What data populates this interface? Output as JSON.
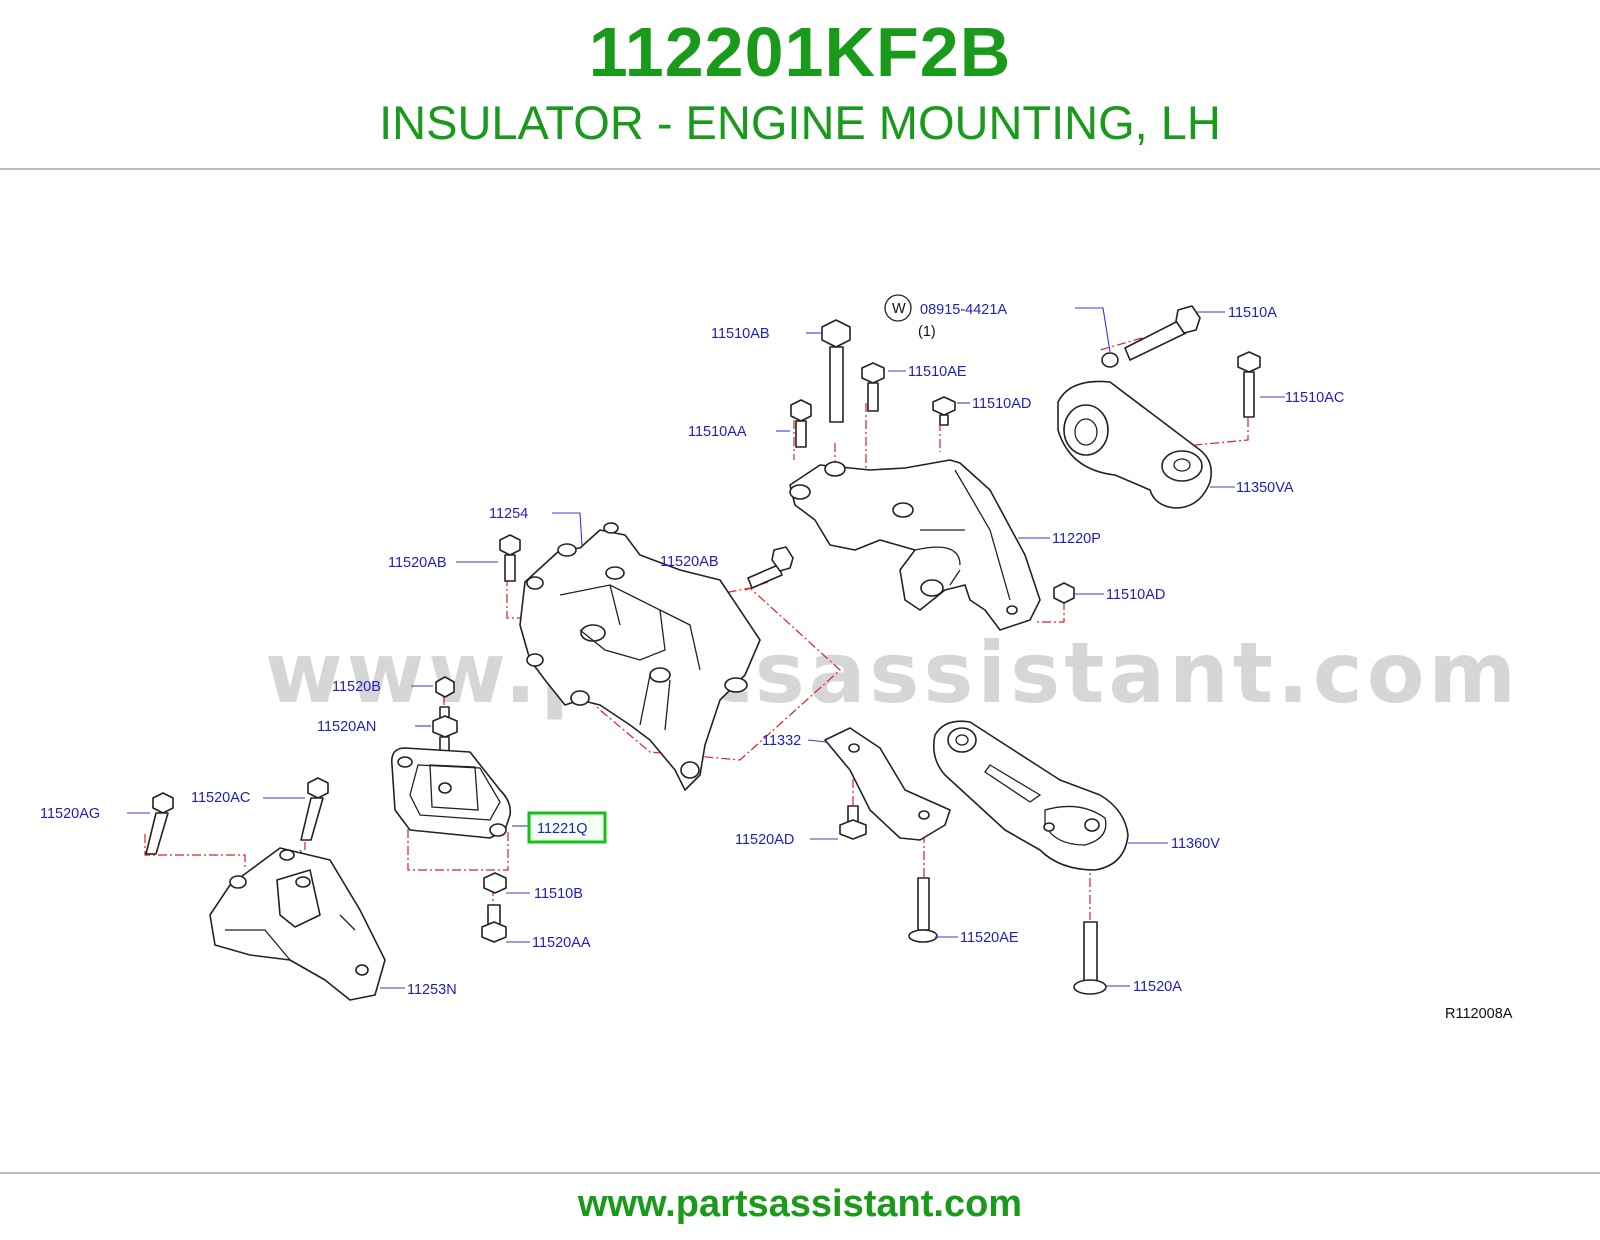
{
  "header": {
    "part_number": "112201KF2B",
    "part_name": "INSULATOR - ENGINE MOUNTING, LH"
  },
  "diagram": {
    "watermark": "www.partsassistant.com",
    "ref_code": "R112008A",
    "washer_symbol": "W",
    "washer_part": "08915-4421A",
    "washer_qty": "(1)",
    "highlighted_part": "11221Q",
    "highlight_color": "#13c313",
    "labels": {
      "l11510AB": "11510AB",
      "l11510AE": "11510AE",
      "l11510AD_top": "11510AD",
      "l11510AA": "11510AA",
      "l11510A": "11510A",
      "l11510AC": "11510AC",
      "l11350VA": "11350VA",
      "l11254": "11254",
      "l11520AB_left": "11520AB",
      "l11520AB_mid": "11520AB",
      "l11220P": "11220P",
      "l11510AD_right": "11510AD",
      "l11520B": "11520B",
      "l11520AN": "11520AN",
      "l11332": "11332",
      "l11520AG": "11520AG",
      "l11520AC": "11520AC",
      "l11520AD": "11520AD",
      "l11360V": "11360V",
      "l11510B": "11510B",
      "l11520AA": "11520AA",
      "l11520AE": "11520AE",
      "l11253N": "11253N",
      "l11520A": "11520A"
    }
  },
  "footer": {
    "url": "www.partsassistant.com"
  },
  "colors": {
    "brand_green": "#1a9a1a",
    "label_blue": "#2020c0",
    "dash_red": "#e02020"
  }
}
